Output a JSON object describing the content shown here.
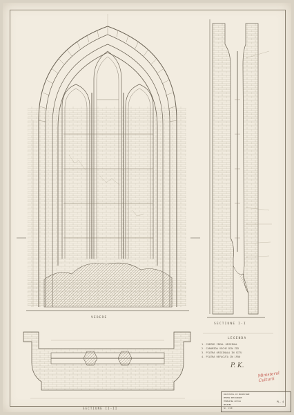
{
  "drawing": {
    "views": {
      "elevation_label": "VEDERE",
      "section_label": "SECTIUNE I-I",
      "plan_label": "SECTIUNE II-II"
    },
    "legend": {
      "title": "LEGENDA",
      "items": [
        "1. CONTUR IDEAL ORIGINAL",
        "2. CARAMIDA VECHE DIN ZID",
        "3. PIATRA ORIGINALA IN SITU",
        "4. PIATRA REFACUTA IN 1950"
      ]
    },
    "signature": "P. K.",
    "stamp": "Ministerul Culturii",
    "title_block": {
      "rows": [
        "INSTITUTUL DE PROIECTARE",
        "PENTRU RESTAURARE",
        "FEREASTRA GOTICA",
        "RELEVEU",
        "SC. 1:20"
      ],
      "sheet_no": "PL. 4"
    },
    "colors": {
      "paper": "#f2ece0",
      "ink": "#6e6658",
      "ink_light": "#a89f8c",
      "stamp": "#c2544a"
    }
  }
}
